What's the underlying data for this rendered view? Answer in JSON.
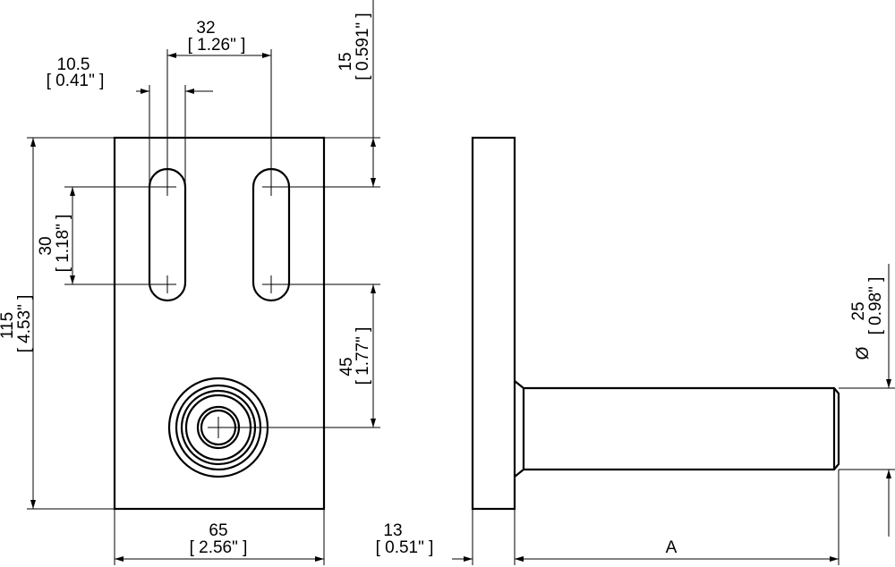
{
  "dimensions": {
    "slot_spacing": {
      "metric": "32",
      "imperial": "[ 1.26\" ]"
    },
    "slot_width": {
      "metric": "10.5",
      "imperial": "[ 0.41\" ]"
    },
    "top_to_slot": {
      "metric": "15",
      "imperial": "[ 0.591\" ]"
    },
    "slot_length": {
      "metric": "30",
      "imperial": "[ 1.18\" ]"
    },
    "plate_height": {
      "metric": "115",
      "imperial": "[ 4.53\" ]"
    },
    "slot_to_pin": {
      "metric": "45",
      "imperial": "[ 1.77\" ]"
    },
    "plate_width": {
      "metric": "65",
      "imperial": "[ 2.56\" ]"
    },
    "plate_thickness": {
      "metric": "13",
      "imperial": "[ 0.51\" ]"
    },
    "pin_diameter": {
      "symbol": "Ø",
      "metric": "25",
      "imperial": "[ 0.98\" ]"
    },
    "pin_length": {
      "label": "A"
    }
  }
}
